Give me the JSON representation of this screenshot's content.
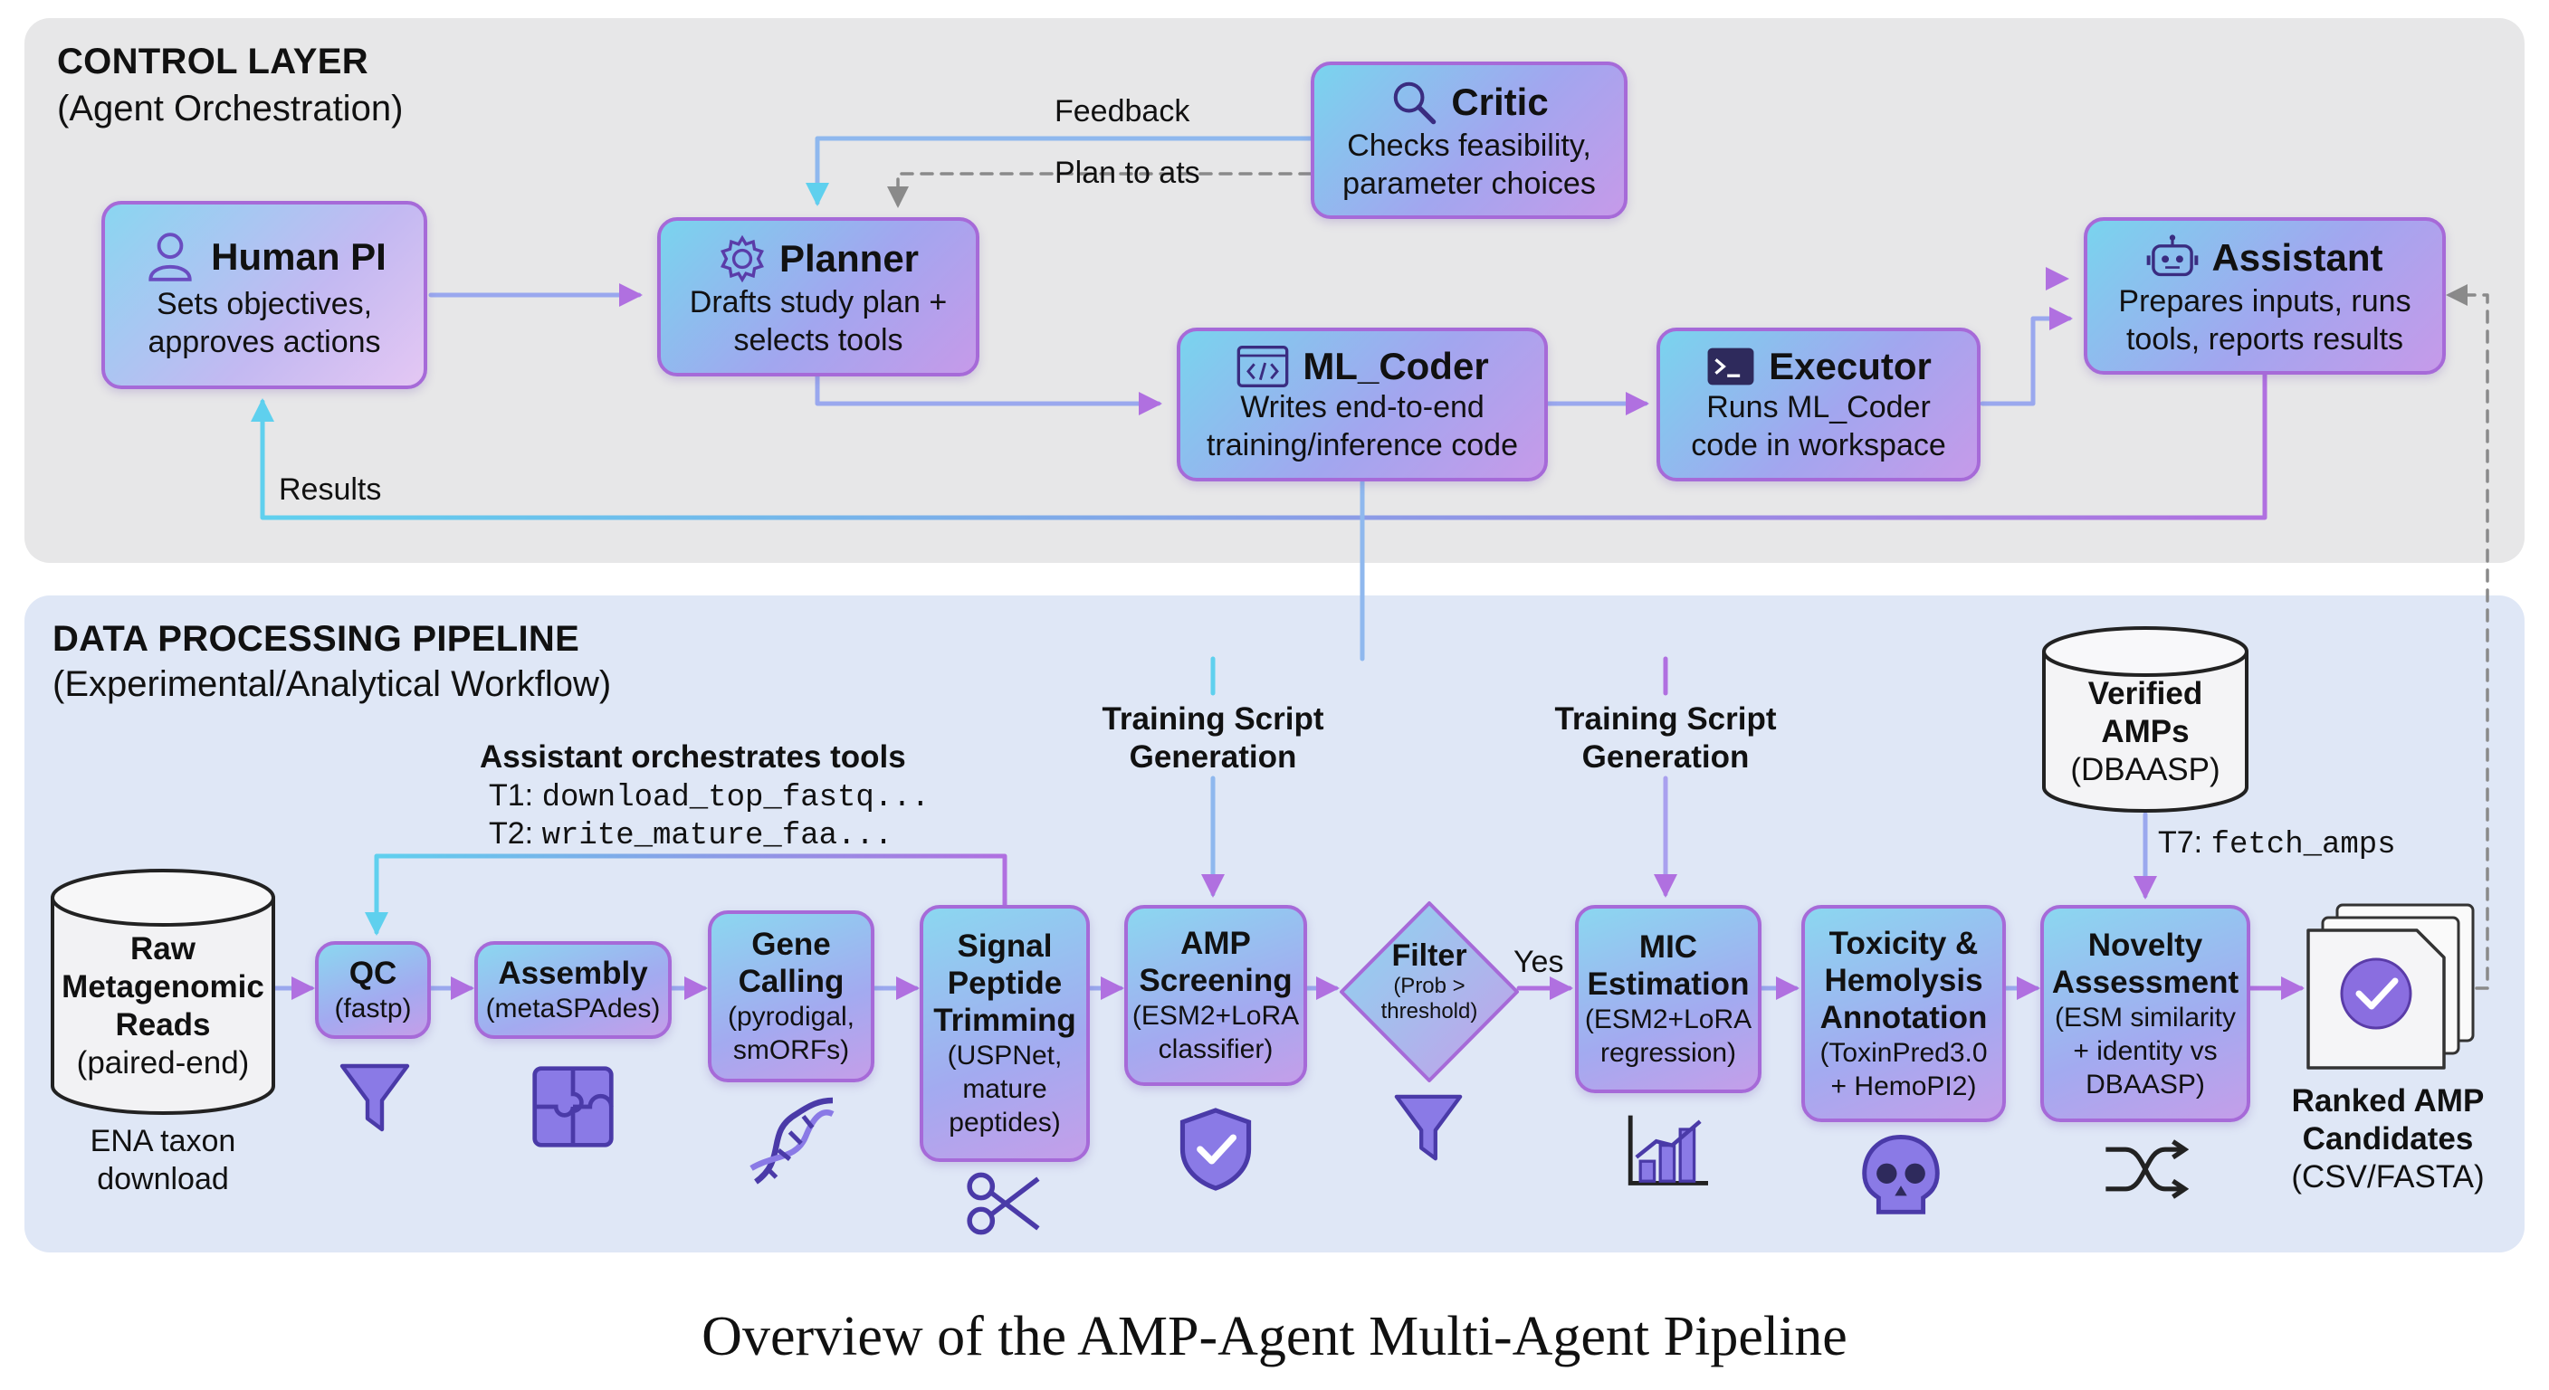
{
  "control": {
    "title": "CONTROL LAYER",
    "subtitle": "(Agent Orchestration)"
  },
  "pipeline": {
    "title": "DATA PROCESSING PIPELINE",
    "subtitle": "(Experimental/Analytical Workflow)"
  },
  "agents": {
    "human_pi": {
      "name": "Human PI",
      "desc1": "Sets objectives,",
      "desc2": "approves actions"
    },
    "planner": {
      "name": "Planner",
      "desc1": "Drafts study plan +",
      "desc2": "selects tools"
    },
    "critic": {
      "name": "Critic",
      "desc1": "Checks feasibility,",
      "desc2": "parameter choices"
    },
    "ml_coder": {
      "name": "ML_Coder",
      "desc1": "Writes end-to-end",
      "desc2": "training/inference code"
    },
    "executor": {
      "name": "Executor",
      "desc1": "Runs ML_Coder",
      "desc2": "code in workspace"
    },
    "assistant": {
      "name": "Assistant",
      "desc1": "Prepares inputs, runs",
      "desc2": "tools, reports results"
    }
  },
  "arrow_labels": {
    "feedback": "Feedback",
    "plan_to": "Plan to ats",
    "results": "Results",
    "training1a": "Training Script",
    "training1b": "Generation",
    "training2a": "Training Script",
    "training2b": "Generation",
    "orchestrates": "Assistant orchestrates tools",
    "t1_prefix": "T1: ",
    "t1_cmd": "download_top_fastq...",
    "t2_prefix": "T2: ",
    "t2_cmd": "write_mature_faa...",
    "t7_prefix": "T7: ",
    "t7_cmd": "fetch_amps",
    "yes": "Yes"
  },
  "raw": {
    "l1": "Raw",
    "l2": "Metagenomic",
    "l3": "Reads",
    "l4": "(paired-end)",
    "below1": "ENA taxon",
    "below2": "download"
  },
  "verified": {
    "l1": "Verified",
    "l2": "AMPs",
    "l3": "(DBAASP)"
  },
  "steps": {
    "qc": {
      "t1": "QC",
      "s1": "(fastp)"
    },
    "assembly": {
      "t1": "Assembly",
      "s1": "(metaSPAdes)"
    },
    "gene": {
      "t1": "Gene",
      "t2": "Calling",
      "s1": "(pyrodigal,",
      "s2": "smORFs)"
    },
    "signal": {
      "t1": "Signal",
      "t2": "Peptide",
      "t3": "Trimming",
      "s1": "(USPNet,",
      "s2": "mature",
      "s3": "peptides)"
    },
    "amp": {
      "t1": "AMP",
      "t2": "Screening",
      "s1": "(ESM2+LoRA",
      "s2": "classifier)"
    },
    "filter": {
      "t1": "Filter",
      "s1": "(Prob >",
      "s2": "threshold)"
    },
    "mic": {
      "t1": "MIC",
      "t2": "Estimation",
      "s1": "(ESM2+LoRA",
      "s2": "regression)"
    },
    "tox": {
      "t1": "Toxicity &",
      "t2": "Hemolysis",
      "t3": "Annotation",
      "s1": "(ToxinPred3.0",
      "s2": "+ HemoPI2)"
    },
    "novelty": {
      "t1": "Novelty",
      "t2": "Assessment",
      "s1": "(ESM similarity",
      "s2": "+ identity vs",
      "s3": "DBAASP)"
    }
  },
  "ranked": {
    "l1": "Ranked AMP",
    "l2": "Candidates",
    "l3": "(CSV/FASTA)"
  },
  "caption": "Overview of the AMP-Agent Multi-Agent Pipeline",
  "colors": {
    "cyan": "#5fd0ee",
    "purple": "#b070e0",
    "dashed": "#8a8a8a",
    "icon": "#7a52c8"
  },
  "icons": [
    "person-icon",
    "gear-icon",
    "magnifier-icon",
    "code-icon",
    "terminal-icon",
    "robot-icon",
    "funnel-icon",
    "puzzle-icon",
    "dna-icon",
    "scissors-icon",
    "shield-check-icon",
    "bar-chart-icon",
    "skull-icon",
    "shuffle-icon",
    "document-check-icon",
    "database-icon"
  ]
}
